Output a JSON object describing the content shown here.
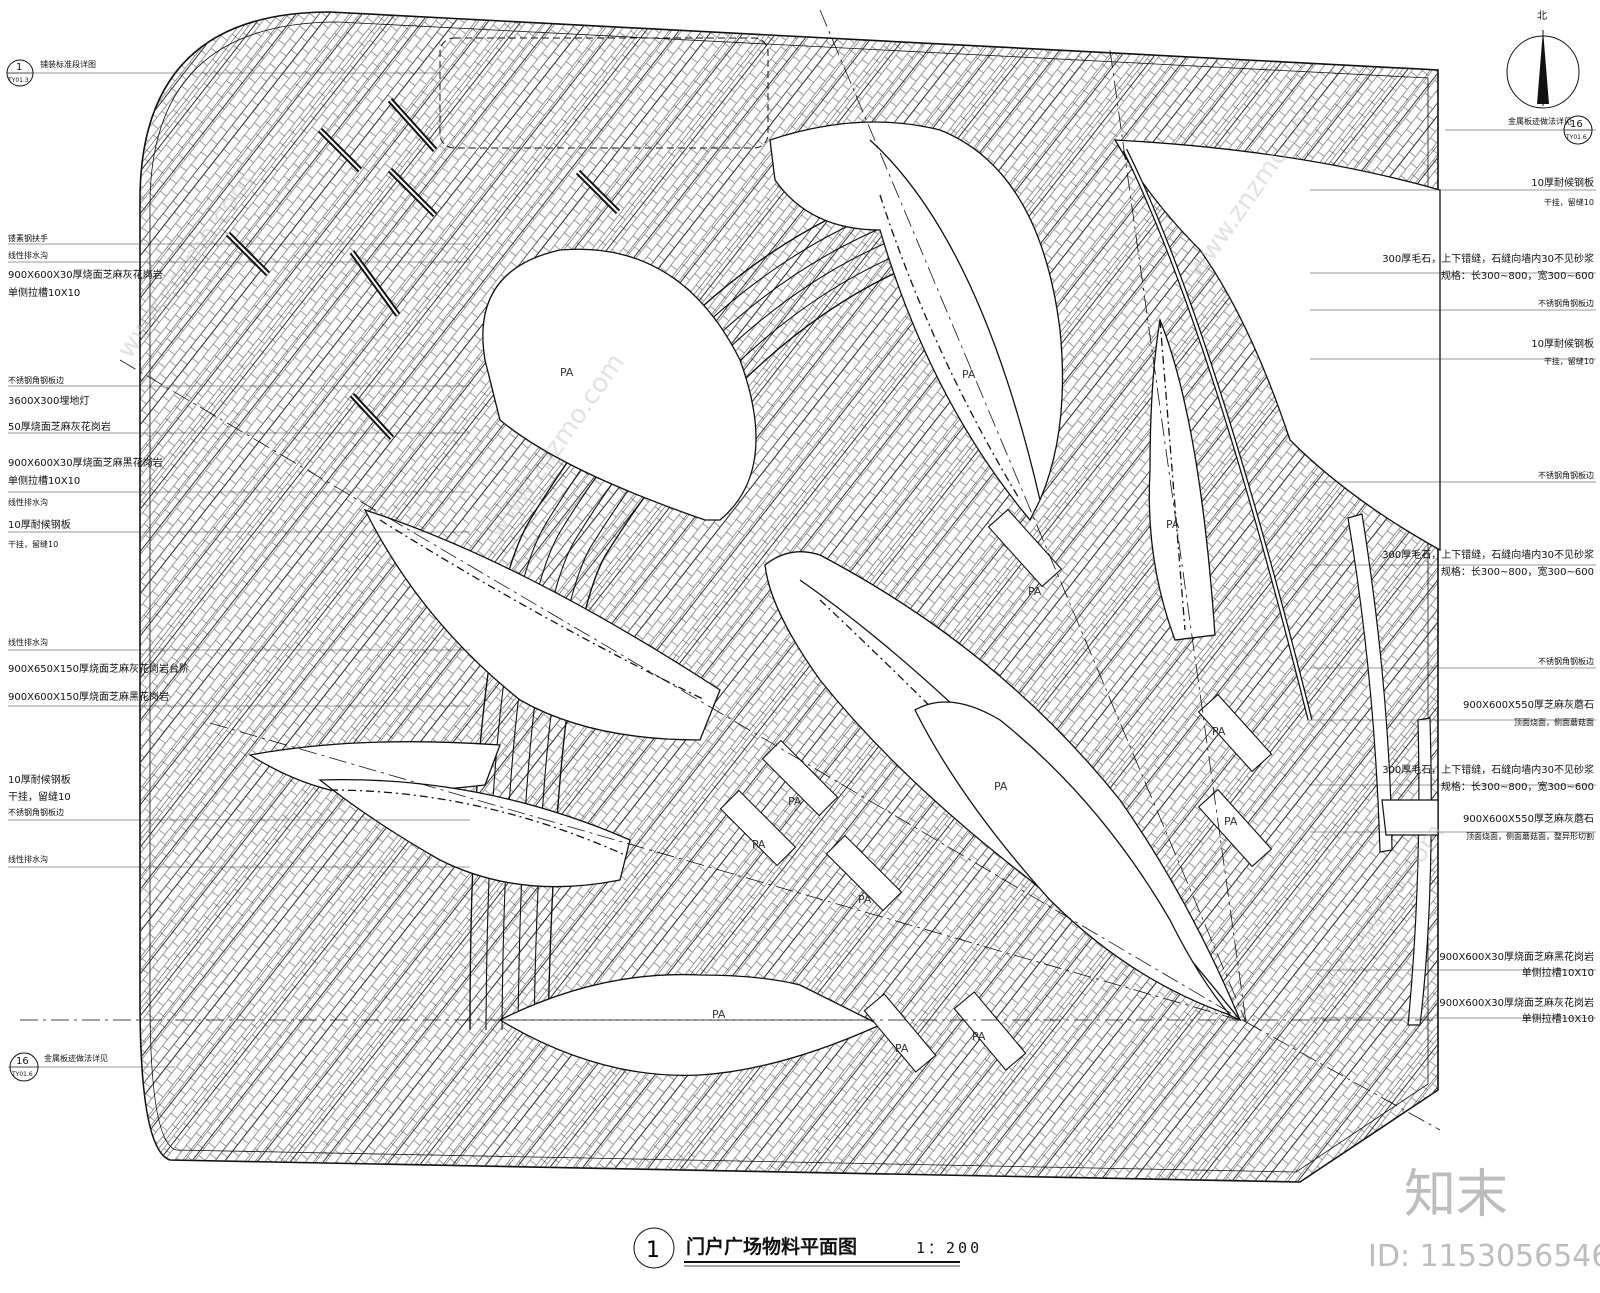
{
  "drawing": {
    "title": "门户广场物料平面图",
    "scale": "1：200",
    "title_number": "1",
    "north_label": "北"
  },
  "refs": {
    "top_left": {
      "num": "1",
      "sheet": "TY01.3",
      "text": "铺装标准段详图"
    },
    "bottom_left": {
      "num": "16",
      "sheet": "TY01.6",
      "text": "金属板迹做法详见"
    },
    "top_right": {
      "num": "16",
      "sheet": "TY01.6",
      "text": "金属板迹做法详见"
    }
  },
  "left_labels": [
    "镂素钢扶手",
    "线性排水沟",
    "900X600X30厚烧面芝麻灰花岗岩",
    "单侧拉槽10X10",
    "不锈钢角钢板边",
    "3600X300埋地灯",
    "50厚烧面芝麻灰花岗岩",
    "900X600X30厚烧面芝麻黑花岗岩",
    "单侧拉槽10X10",
    "线性排水沟",
    "10厚耐候钢板",
    "干挂，留缝10",
    "线性排水沟",
    "900X650X150厚烧面芝麻灰花岗岩台阶",
    "900X600X150厚烧面芝麻黑花岗岩",
    "10厚耐候钢板",
    "干挂，留缝10",
    "不锈钢角钢板边",
    "线性排水沟"
  ],
  "right_labels": [
    "10厚耐候钢板",
    "干挂，留缝10",
    "300厚毛石，上下错缝，石缝向墙内30不见砂浆",
    "规格：长300~800，宽300~600",
    "不锈钢角钢板边",
    "10厚耐候钢板",
    "干挂，留缝10",
    "不锈钢角钢板边",
    "300厚毛石，上下错缝，石缝向墙内30不见砂浆",
    "规格：长300~800，宽300~600",
    "不锈钢角钢板边",
    "900X600X550厚芝麻灰蘑石",
    "顶面烧面，侧面蘑菇面",
    "300厚毛石，上下错缝，石缝向墙内30不见砂浆",
    "规格：长300~800，宽300~600",
    "900X600X550厚芝麻灰蘑石",
    "顶面烧面，侧面蘑菇面，整异形切割",
    "900X600X30厚烧面芝麻黑花岗岩",
    "单侧拉槽10X10",
    "900X600X30厚烧面芝麻灰花岗岩",
    "单侧拉槽10X10"
  ],
  "area_tag": "PA",
  "watermark": {
    "brand": "知末",
    "id": "ID: 1153056546",
    "url": "www.znzmo.com"
  }
}
